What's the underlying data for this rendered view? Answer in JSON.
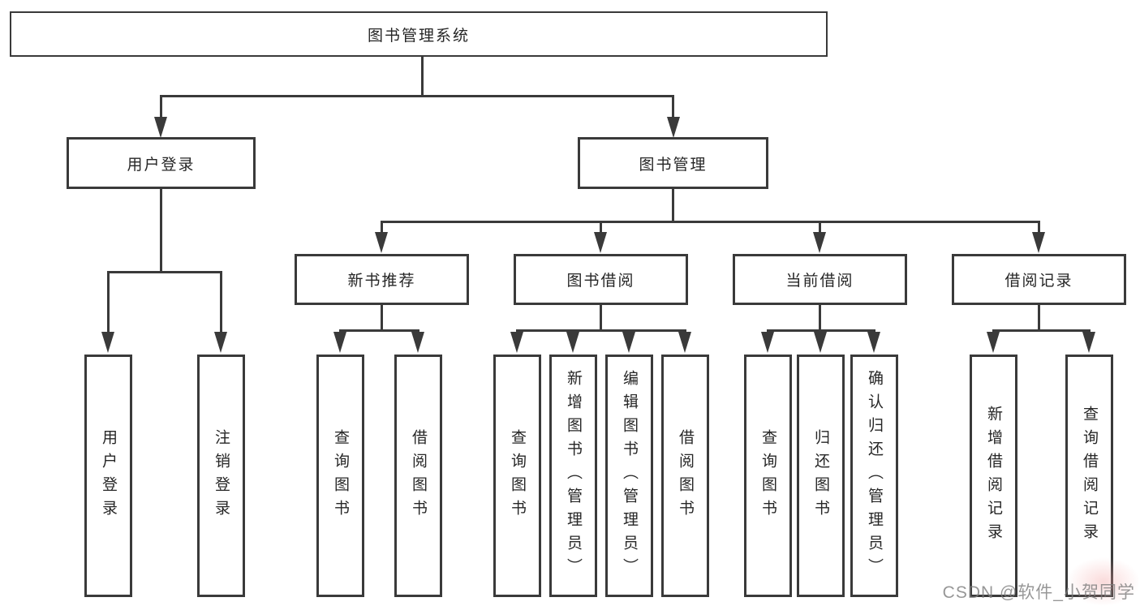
{
  "tree": {
    "root": {
      "label": "图书管理系统",
      "children": [
        {
          "label": "用户登录",
          "children": [
            {
              "label": "用户登录"
            },
            {
              "label": "注销登录"
            }
          ]
        },
        {
          "label": "图书管理",
          "children": [
            {
              "label": "新书推荐",
              "children": [
                {
                  "label": "查询图书"
                },
                {
                  "label": "借阅图书"
                }
              ]
            },
            {
              "label": "图书借阅",
              "children": [
                {
                  "label": "查询图书"
                },
                {
                  "label": "新增图书（管理员）"
                },
                {
                  "label": "编辑图书（管理员）"
                },
                {
                  "label": "借阅图书"
                }
              ]
            },
            {
              "label": "当前借阅",
              "children": [
                {
                  "label": "查询图书"
                },
                {
                  "label": "归还图书"
                },
                {
                  "label": "确认归还（管理员）"
                }
              ]
            },
            {
              "label": "借阅记录",
              "children": [
                {
                  "label": "新增借阅记录"
                },
                {
                  "label": "查询借阅记录"
                }
              ]
            }
          ]
        }
      ]
    }
  },
  "watermark": {
    "text": "CSDN @软件_小贺同学"
  },
  "colors": {
    "line": "#3a3a3a",
    "text": "#262626",
    "background": "#ffffff",
    "watermark": "#7d7d7d",
    "watermark_blush": "#f2a0a0"
  }
}
